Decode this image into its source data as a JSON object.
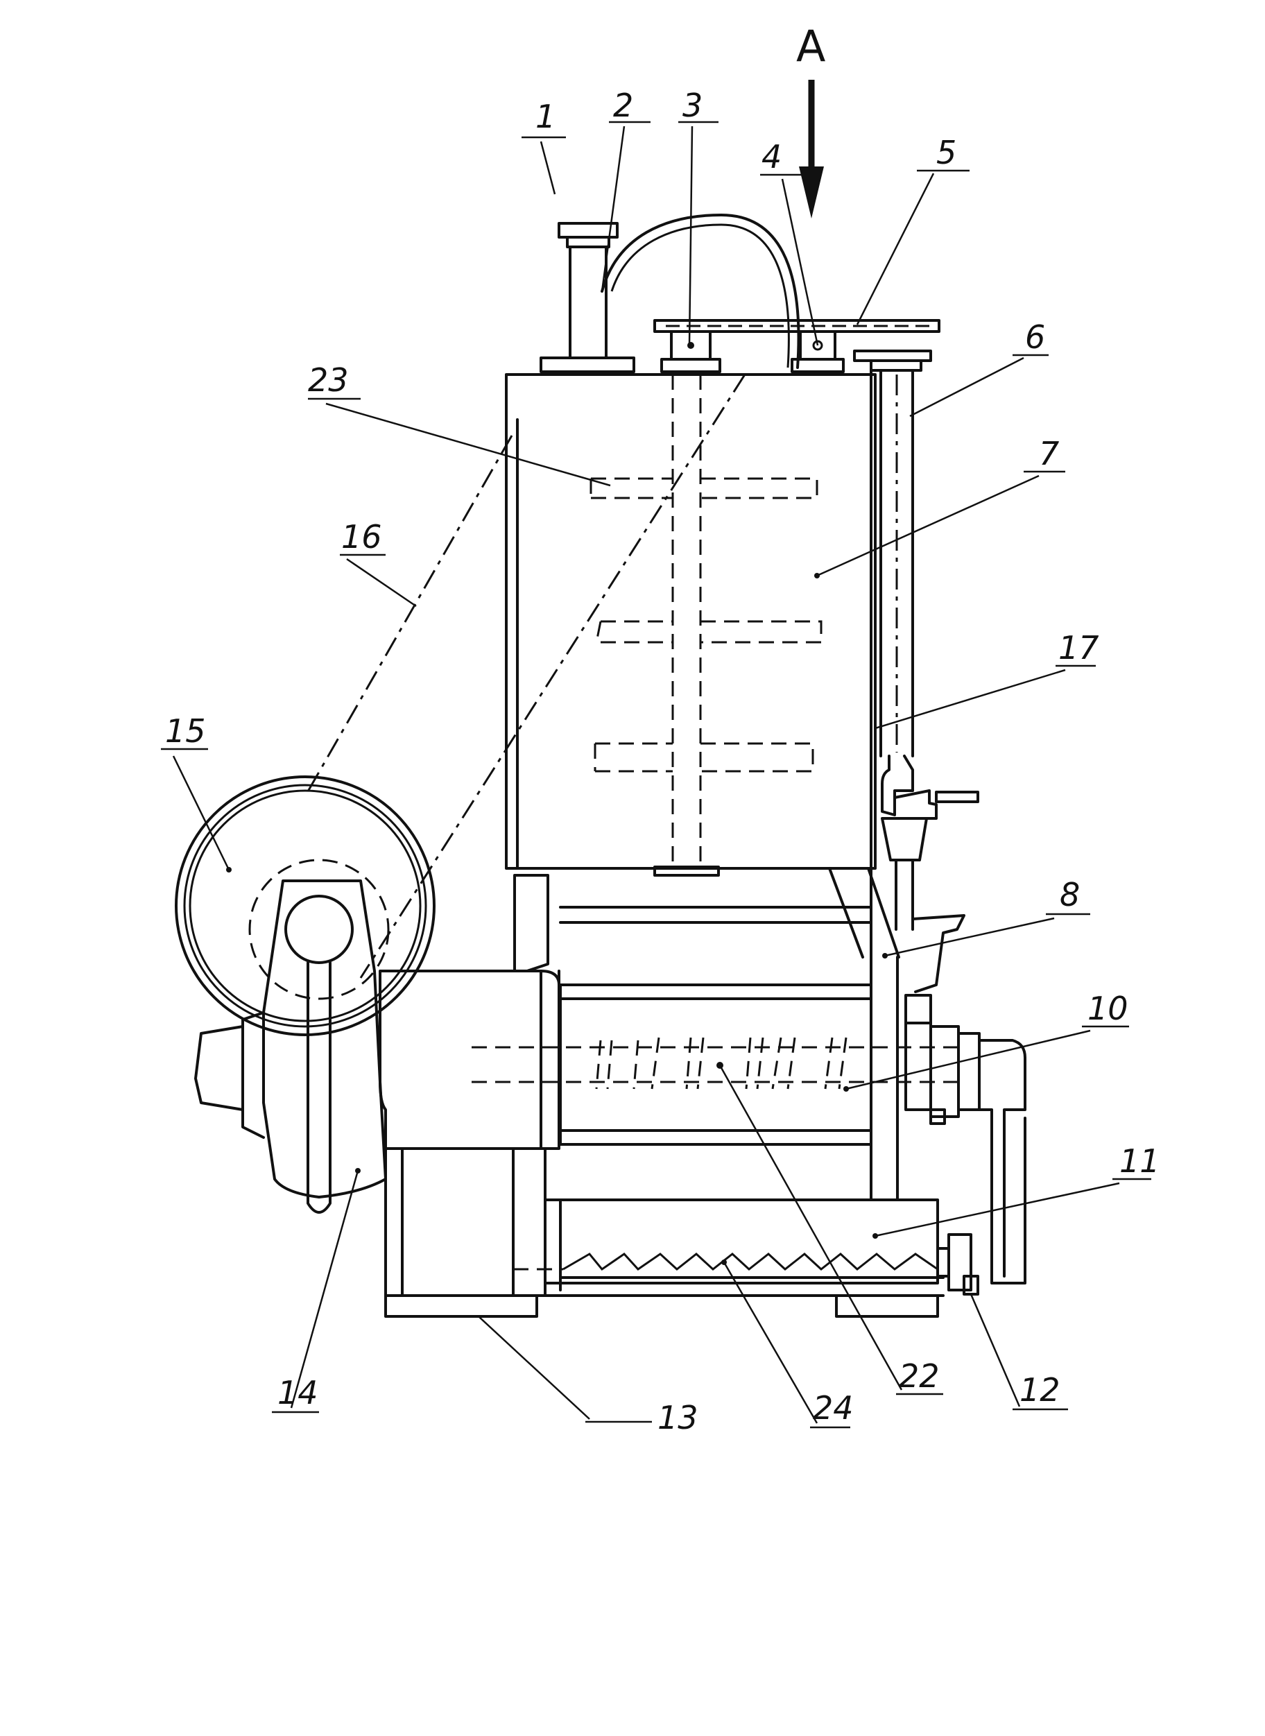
{
  "view_arrow": {
    "label": "A"
  },
  "parts": [
    {
      "id": "p1",
      "label": "1"
    },
    {
      "id": "p2",
      "label": "2"
    },
    {
      "id": "p3",
      "label": "3"
    },
    {
      "id": "p4",
      "label": "4"
    },
    {
      "id": "p5",
      "label": "5"
    },
    {
      "id": "p6",
      "label": "6"
    },
    {
      "id": "p7",
      "label": "7"
    },
    {
      "id": "p8",
      "label": "8"
    },
    {
      "id": "p10",
      "label": "10"
    },
    {
      "id": "p11",
      "label": "11"
    },
    {
      "id": "p12",
      "label": "12"
    },
    {
      "id": "p13",
      "label": "13"
    },
    {
      "id": "p14",
      "label": "14"
    },
    {
      "id": "p15",
      "label": "15"
    },
    {
      "id": "p16",
      "label": "16"
    },
    {
      "id": "p17",
      "label": "17"
    },
    {
      "id": "p22",
      "label": "22"
    },
    {
      "id": "p23",
      "label": "23"
    },
    {
      "id": "p24",
      "label": "24"
    }
  ]
}
